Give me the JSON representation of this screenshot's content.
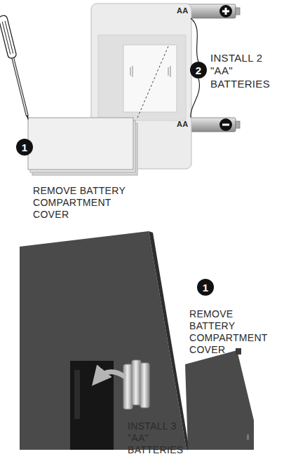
{
  "diagram": {
    "nodes": [
      {
        "text": [
          "1"
        ]
      },
      {
        "text": [
          "2"
        ]
      },
      {
        "text": [
          "1"
        ]
      }
    ],
    "labels": [
      "AA",
      "AA",
      "REMOVE BATTERY COMPARTMENT COVER",
      "INSTALL 2 \"AA\" BATTERIES",
      "REMOVE BATTERY COMPARTMENT COVER",
      "INSTALL 3 \"AA\" BATTERIES"
    ]
  }
}
